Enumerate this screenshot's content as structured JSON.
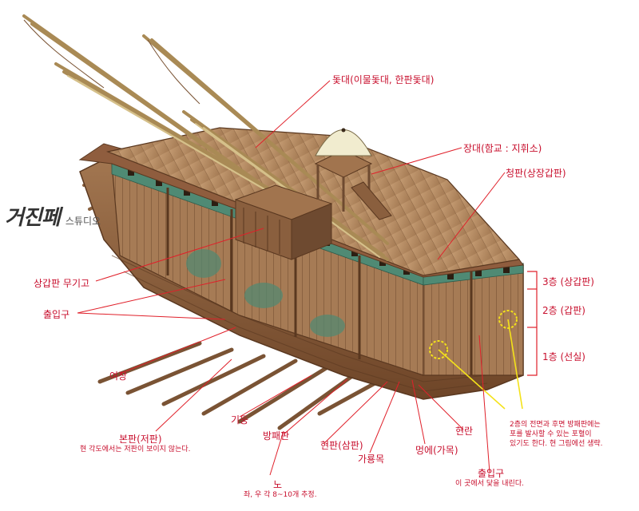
{
  "logo": {
    "main": "거진페",
    "sub": "스튜디오"
  },
  "labels": {
    "mast": "돛대(이물돛대, 한판돛대)",
    "command_post": "장대(함교 : 지휘소)",
    "upper_deck_plank": "청판(상장갑판)",
    "upper_deck_weapons": "상갑판 무기고",
    "entrance_left": "출입구",
    "tier3": "3층 (상갑판)",
    "tier2": "2층 (갑판)",
    "tier1": "1층 (선실)",
    "oar_port": "여장",
    "bottom_plank": "본판(저판)",
    "bottom_note": "현 각도에서는 저판이 보이지 않는다.",
    "pillar": "기둥",
    "shield_board": "방패판",
    "side_rail": "현란",
    "side_plank": "현판(삼판)",
    "beam": "가룡목",
    "hull_crossbeam": "멍에(가목)",
    "oar": "노",
    "oar_note": "좌, 우 각 8~10개 추정.",
    "entrance_bow": "출입구",
    "entrance_bow_note": "이 곳에서 닻을 내린다.",
    "cannon_note_1": "2층의 전면과 후면 방패판에는",
    "cannon_note_2": "포를 발사할 수 있는 포혈이",
    "cannon_note_3": "있기도 한다. 현 그림에선 생략."
  },
  "colors": {
    "label_red": "#c8102e",
    "leader_red": "#e0202a",
    "callout_yellow": "#f4e21a",
    "wood_light": "#b0875f",
    "wood_dark": "#6a4327",
    "panel_green": "#4f8a74"
  }
}
